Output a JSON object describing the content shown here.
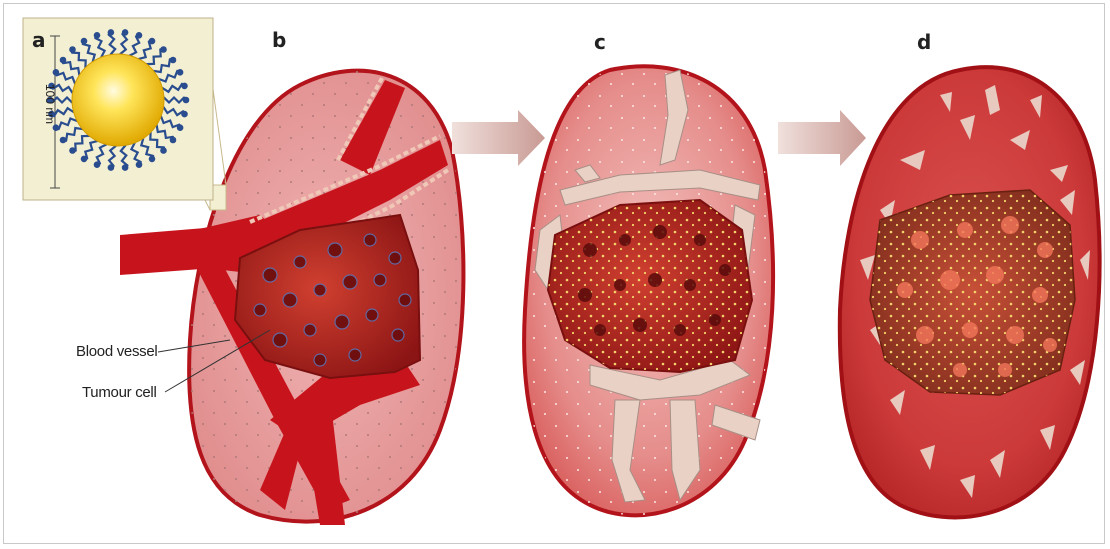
{
  "panels": {
    "a": {
      "label": "a",
      "scale": "100 nm"
    },
    "b": {
      "label": "b"
    },
    "c": {
      "label": "c"
    },
    "d": {
      "label": "d"
    }
  },
  "annotations": {
    "blood_vessel": "Blood vessel",
    "tumour_cell": "Tumour cell"
  },
  "colors": {
    "tissue_outline": "#b3131a",
    "tissue_fill": "#e59a9a",
    "vessel": "#c7141c",
    "tumour": "#9e1717",
    "gold_core": "#f2c400",
    "ligand": "#2a4d8f",
    "arrow": "#cfa5a0",
    "inset_bg": "#f3efd2"
  }
}
